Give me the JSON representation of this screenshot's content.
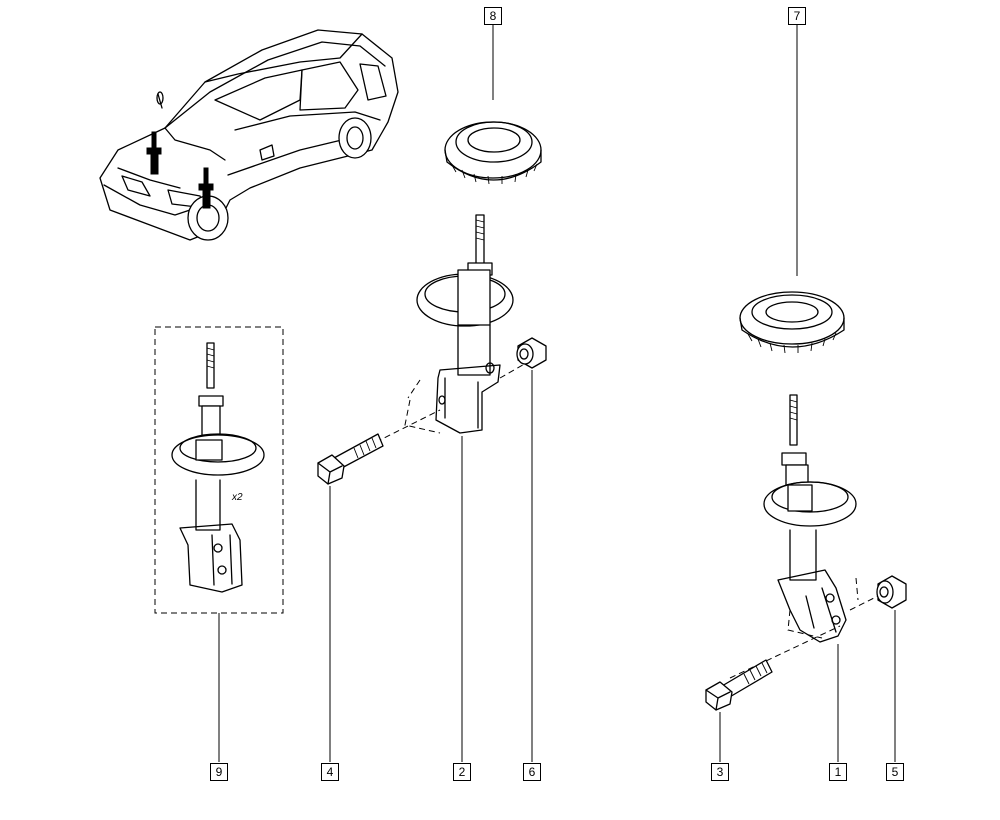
{
  "callouts": {
    "c1": "1",
    "c2": "2",
    "c3": "3",
    "c4": "4",
    "c5": "5",
    "c6": "6",
    "c7": "7",
    "c8": "8",
    "c9": "9"
  },
  "kit_note": "x2"
}
